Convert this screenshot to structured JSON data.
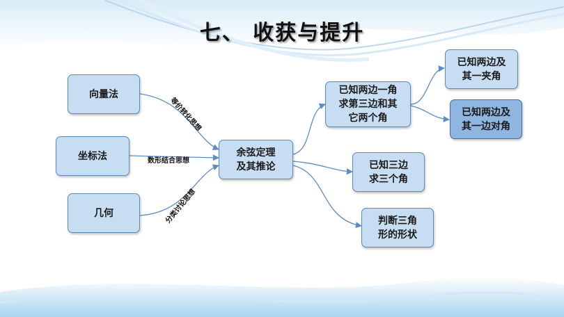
{
  "slide": {
    "title": "七、 收获与提升"
  },
  "nodes": {
    "vector": "向量法",
    "coordinate": "坐标法",
    "geometry": "几何",
    "center": "余弦定理\n及其推论",
    "case_sas": "已知两边一角\n求第三边和其\n它两个角",
    "case_included": "已知两边及\n其一夹角",
    "case_opposite": "已知两边及\n其一边对角",
    "case_sss": "已知三边\n求三个角",
    "case_shape": "判断三角\n形的形状"
  },
  "edge_labels": {
    "vector_edge": "等价转化思想",
    "coordinate_edge": "数形结合思想",
    "geometry_edge": "分类讨论思想"
  },
  "colors": {
    "box_fill": "#c7ddf2",
    "box_fill_highlight": "#8fb6e0",
    "box_border": "#5f88b8",
    "arrow": "#5b8cc6"
  }
}
